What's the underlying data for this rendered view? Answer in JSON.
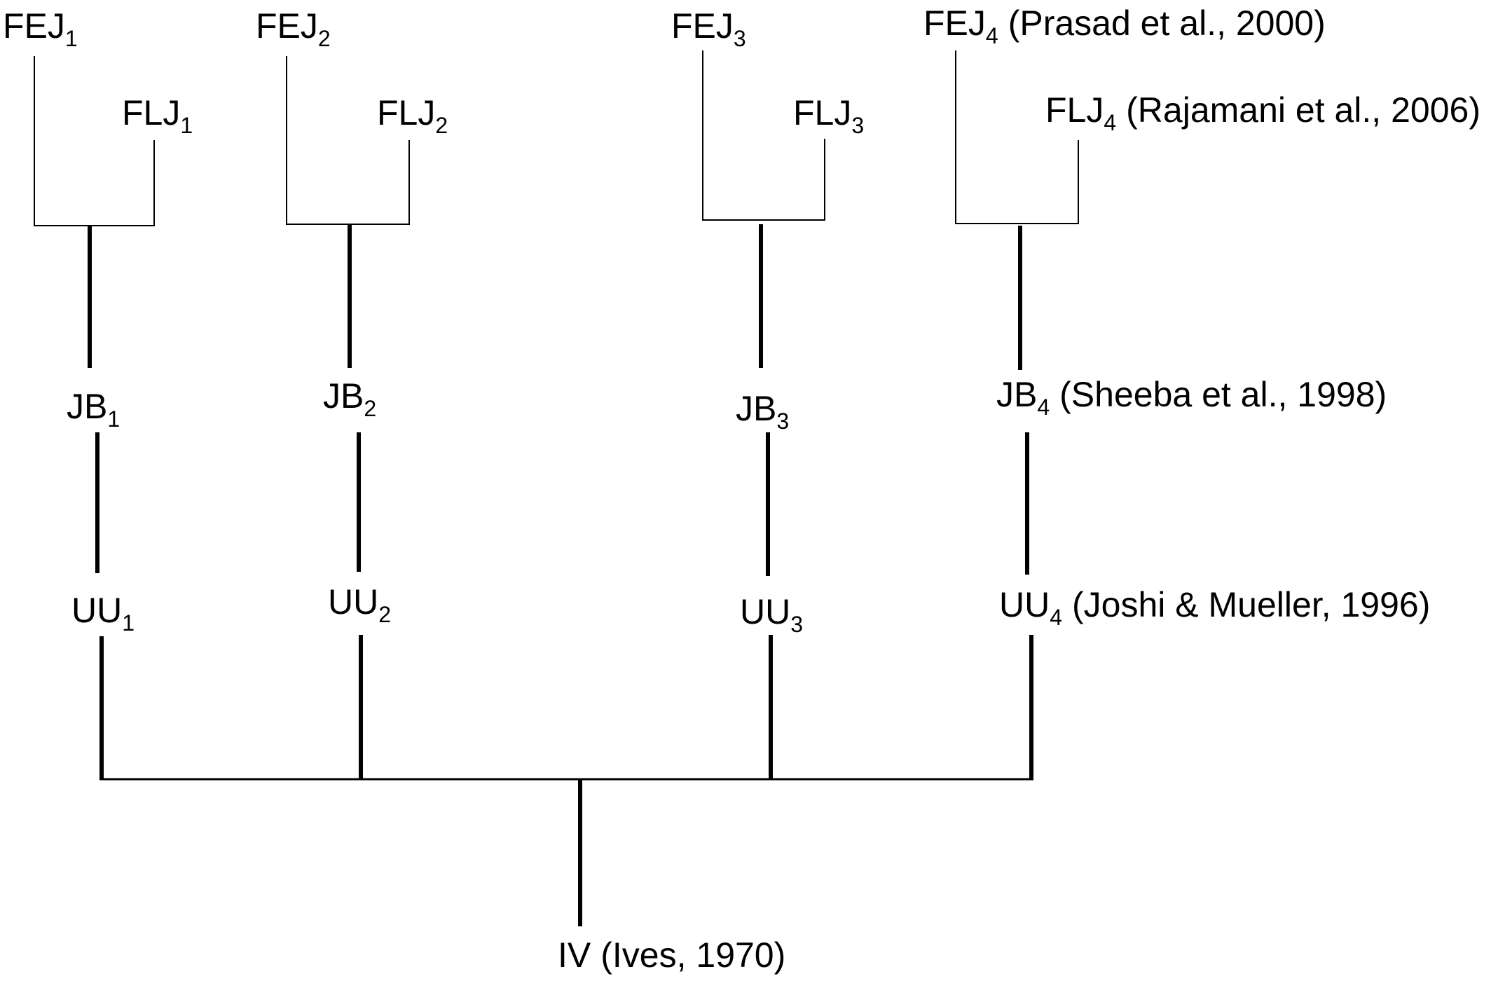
{
  "colors": {
    "line": "#000000",
    "text": "#000000",
    "background": "#ffffff"
  },
  "nodes": {
    "fej1": {
      "base": "FEJ",
      "sub": "1"
    },
    "flj1": {
      "base": "FLJ",
      "sub": "1"
    },
    "fej2": {
      "base": "FEJ",
      "sub": "2"
    },
    "flj2": {
      "base": "FLJ",
      "sub": "2"
    },
    "fej3": {
      "base": "FEJ",
      "sub": "3"
    },
    "flj3": {
      "base": "FLJ",
      "sub": "3"
    },
    "fej4": {
      "base": "FEJ",
      "sub": "4",
      "citation": "(Prasad et al., 2000)"
    },
    "flj4": {
      "base": "FLJ",
      "sub": "4",
      "citation": "(Rajamani et al., 2006)"
    },
    "jb1": {
      "base": "JB",
      "sub": "1"
    },
    "jb2": {
      "base": "JB",
      "sub": "2"
    },
    "jb3": {
      "base": "JB",
      "sub": "3"
    },
    "jb4": {
      "base": "JB",
      "sub": "4",
      "citation": "(Sheeba et al., 1998)"
    },
    "uu1": {
      "base": "UU",
      "sub": "1"
    },
    "uu2": {
      "base": "UU",
      "sub": "2"
    },
    "uu3": {
      "base": "UU",
      "sub": "3"
    },
    "uu4": {
      "base": "UU",
      "sub": "4",
      "citation": "(Joshi & Mueller, 1996)"
    },
    "iv": {
      "base": "IV",
      "citation": "(Ives, 1970)"
    }
  }
}
